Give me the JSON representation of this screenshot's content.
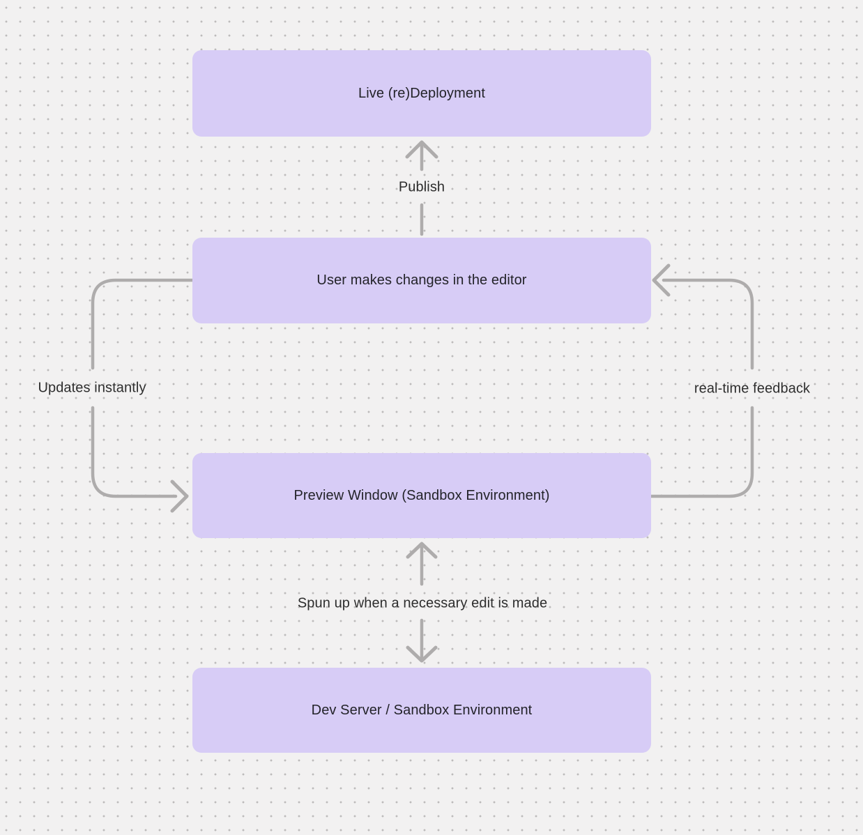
{
  "diagram": {
    "nodes": [
      {
        "id": "live-redeployment",
        "label": "Live (re)Deployment"
      },
      {
        "id": "user-editor",
        "label": "User makes changes in the editor"
      },
      {
        "id": "preview-window",
        "label": "Preview Window (Sandbox Environment)"
      },
      {
        "id": "dev-server",
        "label": "Dev Server / Sandbox Environment"
      }
    ],
    "edges": [
      {
        "id": "publish",
        "label": "Publish",
        "from": "user-editor",
        "to": "live-redeployment",
        "direction": "one-way"
      },
      {
        "id": "updates-instantly",
        "label": "Updates instantly",
        "from": "user-editor",
        "to": "preview-window",
        "direction": "one-way"
      },
      {
        "id": "realtime-feedback",
        "label": "real-time feedback",
        "from": "preview-window",
        "to": "user-editor",
        "direction": "one-way"
      },
      {
        "id": "spun-up",
        "label": "Spun up when a necessary edit is made",
        "from": "dev-server",
        "to": "preview-window",
        "direction": "both"
      }
    ]
  },
  "colors": {
    "background": "#f2f1f1",
    "grid_dot": "#bdbbbb",
    "node_fill": "#d7ccf6",
    "node_text": "#232329",
    "edge_stroke": "#aeacac",
    "edge_label_text": "#2d2d2d"
  }
}
